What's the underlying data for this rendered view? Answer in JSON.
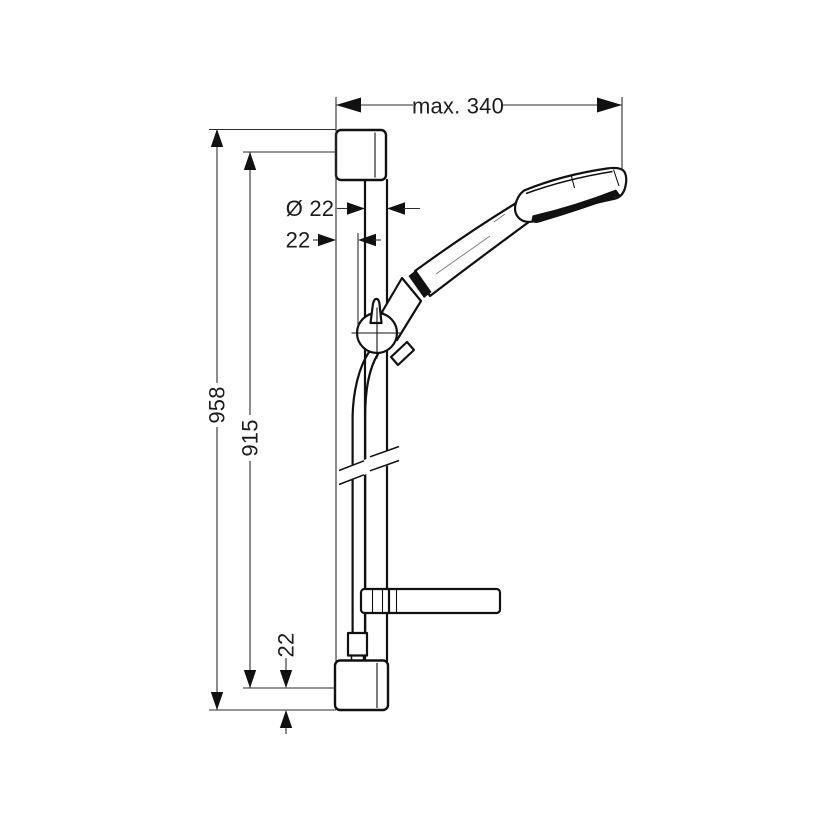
{
  "drawing": {
    "labels": {
      "max_width": "max. 340",
      "bar_diameter": "Ø 22",
      "wall_offset": "22",
      "overall_height": "958",
      "bar_length": "915",
      "bottom_offset": "22"
    }
  },
  "colors": {
    "line": "#111111",
    "dim": "#2e2e2e",
    "text": "#1c1c1c",
    "bg": "#ffffff"
  }
}
